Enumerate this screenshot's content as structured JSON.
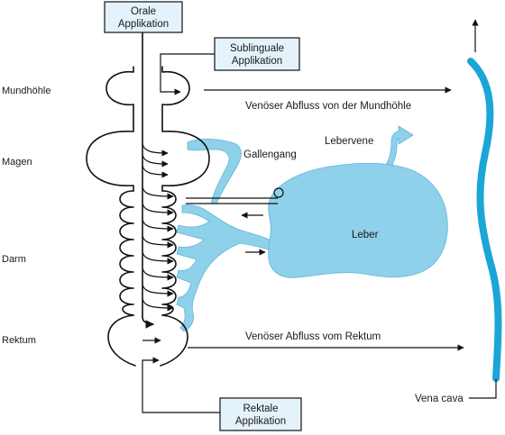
{
  "boxes": {
    "oral": [
      "Orale",
      "Applikation"
    ],
    "sublingual": [
      "Sublinguale",
      "Applikation"
    ],
    "rectal": [
      "Rektale",
      "Applikation"
    ]
  },
  "regions": {
    "mouth": "Mundhöhle",
    "stomach": "Magen",
    "intestine": "Darm",
    "rectum": "Rektum"
  },
  "labels": {
    "venous_mouth": "Venöser Abfluss von der Mundhöhle",
    "venous_rectum": "Venöser Abfluss vom Rektum",
    "bile_duct": "Gallengang",
    "hepatic_vein": "Lebervene",
    "liver": "Leber",
    "vena_cava": "Vena cava"
  },
  "colors": {
    "organ_blue": "#8fd0ea",
    "vena_cava_blue": "#1aa6d6",
    "box_fill": "#e4f3fb"
  }
}
